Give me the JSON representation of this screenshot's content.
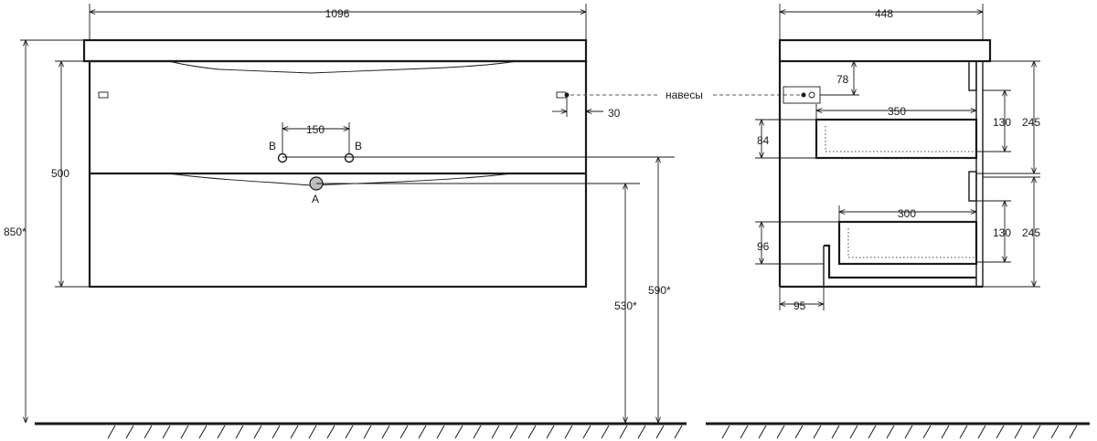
{
  "front_view": {
    "width_label": "1096",
    "cabinet_height_label": "500",
    "total_height_label": "850*",
    "tap_spacing_label": "150",
    "hole_b_left": "B",
    "hole_b_right": "B",
    "hole_a": "A",
    "hinge_offset_label": "30",
    "height_530_label": "530*",
    "height_590_label": "590*"
  },
  "hinge_label": "навесы",
  "side_view": {
    "depth_label": "448",
    "hinge_top_label": "78",
    "upper_drawer_depth_label": "350",
    "upper_drawer_height_label": "84",
    "upper_drawer_inner_label": "130",
    "upper_section_label": "245",
    "lower_drawer_depth_label": "300",
    "lower_drawer_height_label": "96",
    "lower_drawer_inner_label": "130",
    "lower_section_label": "245",
    "bottom_offset_label": "95"
  }
}
